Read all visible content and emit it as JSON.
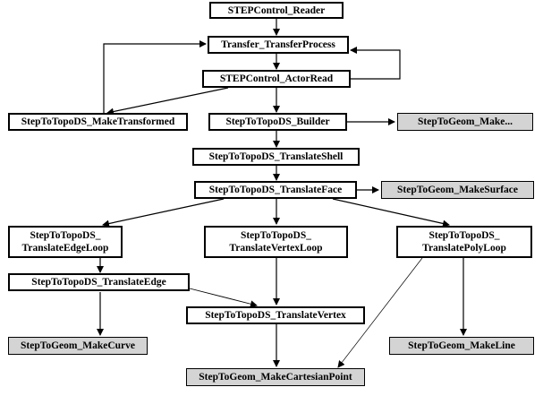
{
  "nodes": {
    "step_reader": "STEPControl_Reader",
    "transfer_process": "Transfer_TransferProcess",
    "actor_read": "STEPControl_ActorRead",
    "make_transformed": "StepToTopoDS_MakeTransformed",
    "builder": "StepToTopoDS_Builder",
    "geom_make": "StepToGeom_Make...",
    "translate_shell": "StepToTopoDS_TranslateShell",
    "translate_face": "StepToTopoDS_TranslateFace",
    "geom_make_surface": "StepToGeom_MakeSurface",
    "edge_loop": {
      "line1": "StepToTopoDS_",
      "line2": "TranslateEdgeLoop"
    },
    "vertex_loop": {
      "line1": "StepToTopoDS_",
      "line2": "TranslateVertexLoop"
    },
    "poly_loop": {
      "line1": "StepToTopoDS_",
      "line2": "TranslatePolyLoop"
    },
    "translate_edge": "StepToTopoDS_TranslateEdge",
    "translate_vertex": "StepToTopoDS_TranslateVertex",
    "geom_make_curve": "StepToGeom_MakeCurve",
    "geom_make_line": "StepToGeom_MakeLine",
    "geom_make_cartesian_point": "StepToGeom_MakeCartesianPoint"
  },
  "colors": {
    "line": "#000000",
    "geom_fill": "#d4d4d4",
    "topods_fill": "#ffffff"
  }
}
